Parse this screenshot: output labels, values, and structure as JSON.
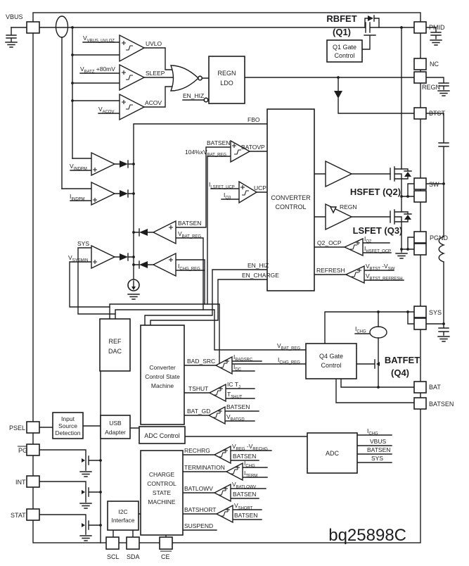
{
  "part_number": "bq25898C",
  "colors": {
    "line": "#1d1d1f",
    "background": "#ffffff"
  },
  "pins": {
    "left": [
      {
        "label": "VBUS",
        "overline": false
      },
      {
        "label": "PSEL",
        "overline": false
      },
      {
        "label": "PG",
        "overline": true
      },
      {
        "label": "INT",
        "overline": false
      },
      {
        "label": "STAT",
        "overline": false
      }
    ],
    "right": [
      "PMID",
      "NC",
      "REGN",
      "BTST",
      "SW",
      "PGND",
      "SYS",
      "BAT",
      "BATSEN"
    ],
    "bottom": [
      {
        "label": "SCL",
        "overline": false
      },
      {
        "label": "SDA",
        "overline": false
      },
      {
        "label": "CE",
        "overline": true
      }
    ]
  },
  "blocks": {
    "regn_ldo": [
      "REGN",
      "LDO"
    ],
    "q1_gate_control": [
      "Q1 Gate",
      "Control"
    ],
    "converter_control": [
      "CONVERTER",
      "CONTROL"
    ],
    "ref_dac": [
      "REF",
      "DAC"
    ],
    "converter_csm": [
      "Converter",
      "Control State",
      "Machine"
    ],
    "adc_control": "ADC Control",
    "input_source_detection": [
      "Input",
      "Source",
      "Detection"
    ],
    "usb_adapter": [
      "USB",
      "Adapter"
    ],
    "i2c_interface": [
      "I2C",
      "Interface"
    ],
    "charge_csm": [
      "CHARGE",
      "CONTROL",
      "STATE",
      "MACHINE"
    ],
    "q4_gate_control": [
      "Q4 Gate",
      "Control"
    ],
    "adc": "ADC"
  },
  "fets": {
    "rbfet": [
      "RBFET",
      "(Q1)"
    ],
    "hsfet": "HSFET (Q2)",
    "lsfet": "LSFET (Q3)",
    "batfet": [
      "BATFET",
      "(Q4)"
    ]
  },
  "comparators": {
    "uvlo": {
      "plus": "V_{VBUS_UVLOZ}",
      "out": "UVLO"
    },
    "sleep": {
      "plus": "V_{BATZ} +80mV",
      "out": "SLEEP"
    },
    "acov": {
      "minus": "V_{ACOV}",
      "out": "ACOV"
    },
    "batovp": {
      "plus": "BATSEN",
      "minus": "104%xV_{BAT_REG}",
      "out": "BATOVP"
    },
    "ucp": {
      "plus": "I_{LSFET_UCP}",
      "minus": "I_{Q3}",
      "out": "UCP"
    },
    "q2_ocp": {
      "out": "Q2_OCP",
      "plus": "I_{Q2}",
      "minus": "I_{HSFET_OCP}"
    },
    "refresh": {
      "out": "REFRESH",
      "plus": "V_{BTST} -V_{SW}",
      "minus": "V_{BTST_REFRESH}"
    },
    "bad_src": {
      "out": "BAD_SRC",
      "plus": "I_{BADSRC}",
      "minus": "I_{DC}"
    },
    "tshut": {
      "out": "TSHUT",
      "plus": "IC T_{J}",
      "minus": "T_{SHUT}"
    },
    "bat_gd": {
      "out": "BAT_GD",
      "plus": "BATSEN",
      "minus": "V_{BATGD}"
    },
    "rechrg": {
      "out": "RECHRG",
      "plus": "V_{REG} -V_{RECHG}",
      "minus": "BATSEN"
    },
    "termination": {
      "out": "TERMINATION",
      "plus": "I_{CHG}",
      "minus": "I_{TERM}"
    },
    "batlowv": {
      "out": "BATLOWV",
      "plus": "V_{BATLOWV}",
      "minus": "BATSEN"
    },
    "batshort": {
      "out": "BATSHORT",
      "plus": "V_{SHORT}",
      "minus": "BATSEN"
    }
  },
  "amps": {
    "vindpm": "V_{INDPM}",
    "iindpm": "I_{INDPM}",
    "sys": {
      "top": "SYS",
      "bottom": "V_{SYSMIN}"
    },
    "batsen": {
      "top": "BATSEN",
      "bottom": "V_{BAT_REG}"
    },
    "ichg": {
      "bottom": "I_{CHG_REG}"
    }
  },
  "signals": {
    "fbo": "FBO",
    "en_hiz_ldo": "EN_HIZ",
    "en_hiz": "EN_HIZ",
    "en_charge": "EN_CHARGE",
    "regn_driver": "REGN",
    "suspend": "SUSPEND",
    "v_bat_reg": "V_{BAT_REG}",
    "i_chg_reg": "I_{CHG_REG}",
    "i_chg": "I_{CHG}",
    "adc_inputs": [
      "I_{CHG}",
      "VBUS",
      "BATSEN",
      "SYS"
    ]
  }
}
